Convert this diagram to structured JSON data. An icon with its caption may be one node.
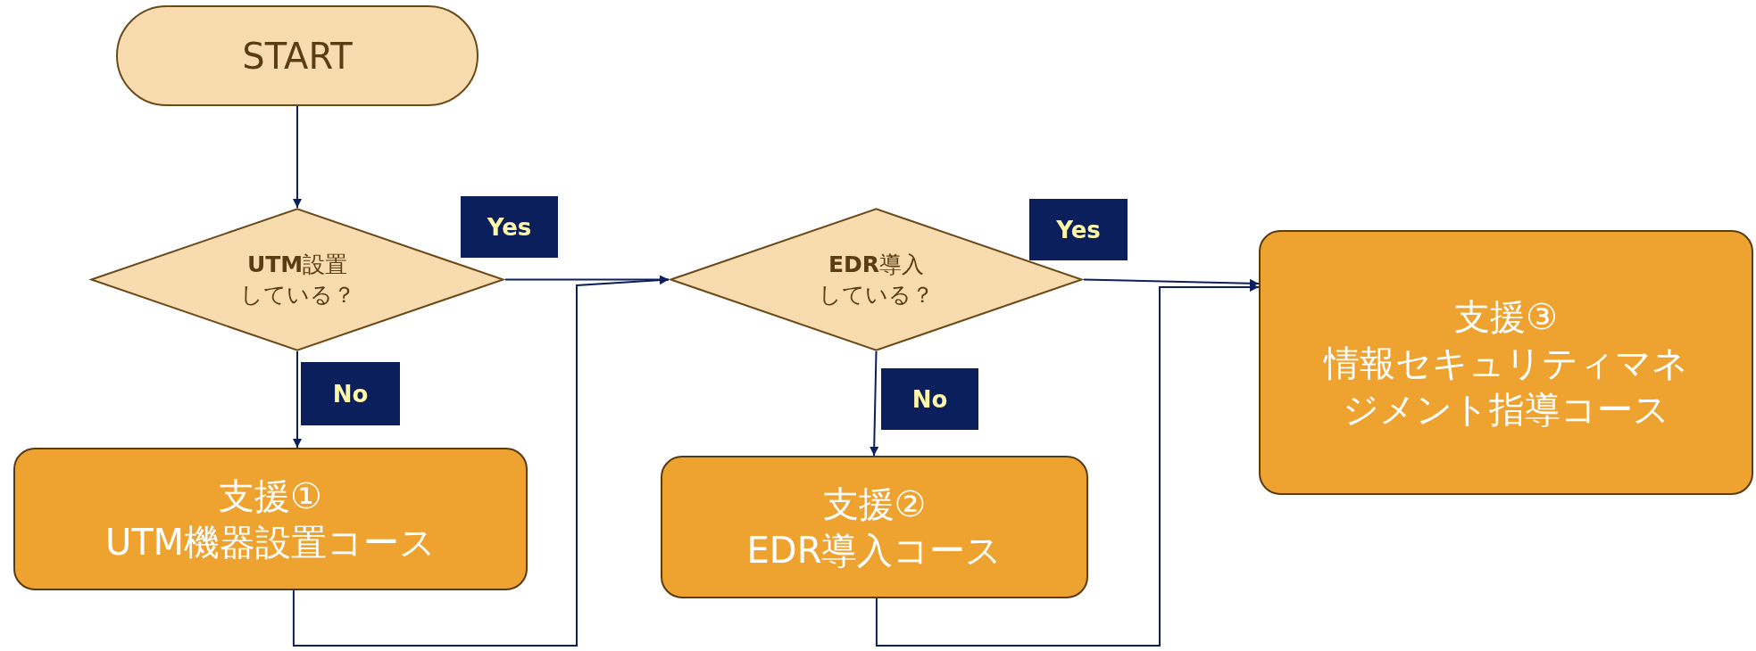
{
  "diagram": {
    "nodes": [
      {
        "text": [
          "START"
        ]
      },
      {
        "text": [
          "**UTM**設置",
          "している？"
        ]
      },
      {
        "text": [
          "**EDR**導入",
          "している？"
        ]
      },
      {
        "text": [
          "支援③",
          "情報セキュリティマネジメント指導コース"
        ]
      },
      {
        "text": [
          "支援①",
          "UTM機器設置コース"
        ]
      },
      {
        "text": [
          "支援②",
          "EDR導入コース"
        ]
      }
    ],
    "edges": [
      {
        "from": 0,
        "to": 1,
        "arrow": "to"
      },
      {
        "from": 1,
        "to": 2,
        "arrow": "to",
        "label": "Yes"
      },
      {
        "from": 1,
        "to": 4,
        "arrow": "to",
        "label": "No"
      },
      {
        "from": 4,
        "to": 2,
        "arrow": "to"
      },
      {
        "from": 2,
        "to": 3,
        "arrow": "to",
        "label": "Yes"
      },
      {
        "from": 2,
        "to": 5,
        "arrow": "to",
        "label": "No"
      },
      {
        "from": 5,
        "to": 3,
        "arrow": "to"
      }
    ]
  }
}
